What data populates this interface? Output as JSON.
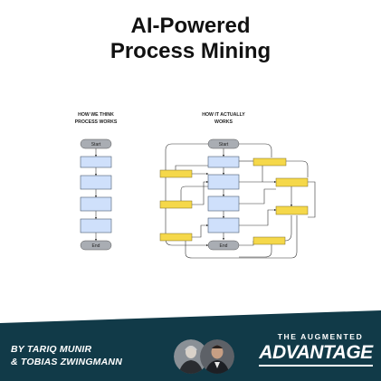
{
  "title": {
    "line1": "AI-Powered",
    "line2": "Process Mining"
  },
  "diagram": {
    "left": {
      "heading_line1": "HOW WE THINK",
      "heading_line2": "PROCESS WORKS",
      "start_label": "Start",
      "end_label": "End",
      "step_count": 4
    },
    "right": {
      "heading_line1": "HOW IT ACTUALLY",
      "heading_line2": "WORKS",
      "start_label": "Start",
      "end_label": "End"
    },
    "colors": {
      "process_box": "#cfe0fb",
      "deviation_box": "#f5d84a",
      "terminal": "#a9adb3"
    }
  },
  "footer": {
    "author_line1": "BY TARIQ MUNIR",
    "author_line2": "& TOBIAS ZWINGMANN",
    "brand_small": "THE AUGMENTED",
    "brand_big": "ADVANTAGE",
    "background": "#113a48"
  }
}
